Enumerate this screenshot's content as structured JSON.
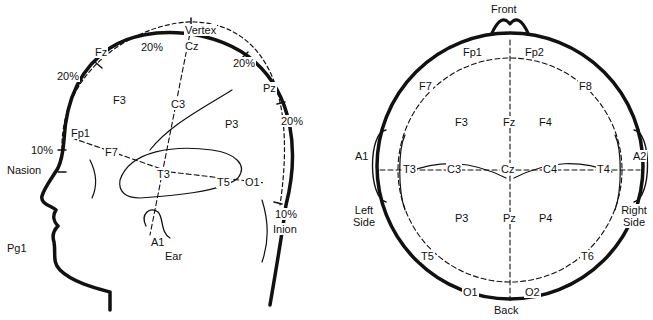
{
  "diagram": {
    "labels": [
      "Vertex",
      "Fz",
      "20%",
      "Cz",
      "20%",
      "20%",
      "Pz",
      "F3",
      "C3",
      "P3",
      "20%",
      "10%",
      "Fp1",
      "F7",
      "Nasion",
      "T3",
      "T5",
      "O1",
      "10%",
      "Inion",
      "A1",
      "Ear",
      "Pg1",
      "Front",
      "Fp1",
      "Fp2",
      "F7",
      "F3",
      "Fz",
      "F4",
      "F8",
      "A1",
      "T3",
      "C3",
      "Cz",
      "C4",
      "T4",
      "A2",
      "Left Side",
      "Right Side",
      "P3",
      "Pz",
      "P4",
      "T5",
      "T6",
      "O1",
      "O2",
      "Back"
    ]
  }
}
